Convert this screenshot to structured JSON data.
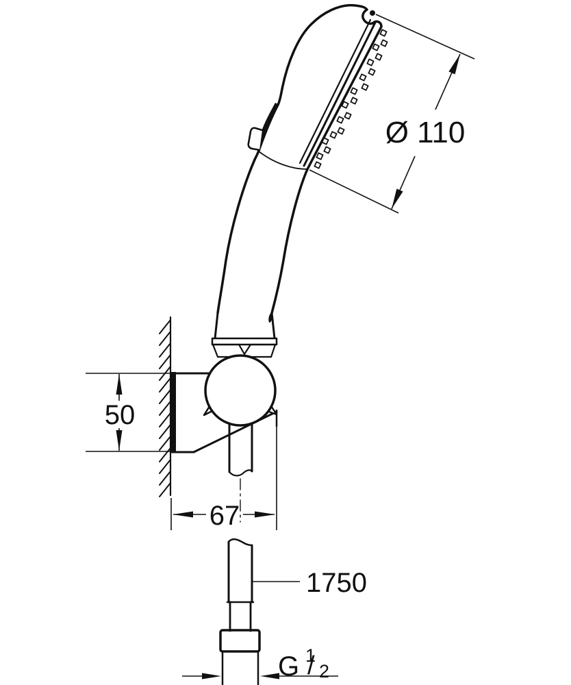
{
  "drawing": {
    "kind": "technical-dimension-drawing",
    "dimensions": {
      "head_diameter": "Ø 110",
      "holder_height": "50",
      "holder_width": "67",
      "hose_length": "1750"
    },
    "thread": {
      "prefix": "G",
      "numerator": "1",
      "slash": "/",
      "denominator": "2"
    }
  },
  "colors": {
    "line": "#111111",
    "background": "#ffffff"
  }
}
